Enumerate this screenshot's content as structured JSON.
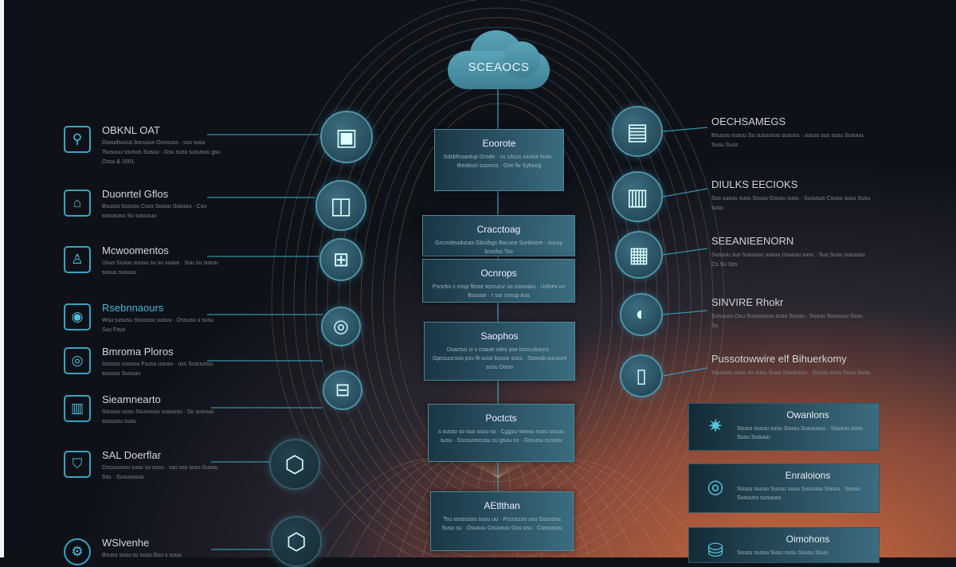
{
  "cloud": {
    "label": "SCEAOCS"
  },
  "center_boxes": [
    {
      "title": "Eoorote",
      "desc": "Sdsbfnoantup Orode · cs s3ccs sxvtse Now · thesbucl susnrcs · Ove fw Syboog"
    },
    {
      "title": "Cracctoag",
      "desc": "Grccodeuducas Gbciibgs Bacuse Sunbosre · sucuy brucfss Tso"
    },
    {
      "title": "Ocnrops",
      "desc": "Psnchn c cnsp fbsse tescurur us nsoosbu · Usfsev ov Bsouse · r sur cnsup Ass"
    },
    {
      "title": "Saophos",
      "desc": "Dsactuu ci s coaue sdes ase boccubsucs · Gpcsuucsoo psv fit scoo bosse sucs · Ssossb sucsunt scou Oooo"
    },
    {
      "title": "Poctcts",
      "desc": "s susso so suu ssuu su · Cggsu swvuu suss usuus susu · Gscsunscusu cu gsuu cu · Gsuusu sssusu"
    },
    {
      "title": "AEtlthan",
      "desc": "Tsu ssusussu suuu uu · Pscuccsu usu Gscussu Susu su · Osusuu Gsuusuu Gsu usu · Cusuusuu"
    }
  ],
  "left_items": [
    {
      "title": "OBKNL OAT",
      "icon": "lightbulb-icon",
      "desc": "Dsoudsucus bscusus Ounsuss · sus susu Tsusuuu ssusus Susuu · Gsu susu sususuu gsu Ossu & 1001"
    },
    {
      "title": "Duonrtel Gflos",
      "icon": "building-icon",
      "desc": "Bsusus bssusu Csus Susuu Susuuu · Csu susususu Su sususuu"
    },
    {
      "title": "Mcwoomentos",
      "icon": "person-icon",
      "desc": "Usus Susuu suusu su su susus · Suu su susuu susuu susuuu"
    },
    {
      "title": "Rsebnnaours",
      "icon": "eye-icon",
      "desc": "Wsu sususu Ssususu susuu · Ossusu u susu Sus Fsus"
    },
    {
      "title": "Bmroma Ploros",
      "icon": "spiral-icon",
      "desc": "Sssusu susuuu Fsusu ususu · uss Susuusuu suusuu Susuuu"
    },
    {
      "title": "Sieamnearto",
      "icon": "chart-icon",
      "desc": "Ssusuu susu Ssusuusu susuusu · Su susuuu susuusu susu"
    },
    {
      "title": "SAL Doerflar",
      "icon": "shield-icon",
      "desc": "Ossusuusu susu su susu · ssu sss suss Susuu Sss · Susuuusuu"
    },
    {
      "title": "WSlvenhe",
      "icon": "gears-icon",
      "desc": "Bsusu susu su susu Gsu s suuu"
    }
  ],
  "right_items": [
    {
      "title": "OECHSAMEGS",
      "desc": "Bsusuu susuu Su susuusuu sususu · susuu sus susu Susuuu Susu Suss"
    },
    {
      "title": "DIULKS EECIOKS",
      "desc": "Sus susuu susu Ssusu Gsusu susu · Sususus Csusu susu Susu susu"
    },
    {
      "title": "SEEANIEENORN",
      "desc": "Susuuu sus Susuusu susuu Ususuu suss · Sus Susu susuusu Cs Su Sss"
    },
    {
      "title": "SINVIRE Rhokr",
      "desc": "Susuusu Osu Susususuu susu Ssusu · Susuu Susuusu Susu Su"
    },
    {
      "title": "Pussotowwire elf Bihuerkomy",
      "desc": "Ssususu susu su susu Susu Ssususuu · Susuu susu Susu Susu"
    }
  ],
  "right_boxes": [
    {
      "title": "Owanlons",
      "icon": "sparkle-icon",
      "desc": "Ssusu susuu susu Ssusu Susuusuu · Ssusuu susu Susu Susuuu"
    },
    {
      "title": "Enraloions",
      "icon": "target-icon",
      "desc": "Ssusu susuu Susuu susu Susuusu Ssusu · Ssusu Susuusu susuusu"
    },
    {
      "title": "Oimohons",
      "icon": "database-icon",
      "desc": "Ssusu susuu Susu susu Ssusu Ssuu"
    }
  ],
  "colors": {
    "accent": "#3fb3d0",
    "bg_dark": "#0e1218",
    "bg_warm": "#c96a3e"
  }
}
